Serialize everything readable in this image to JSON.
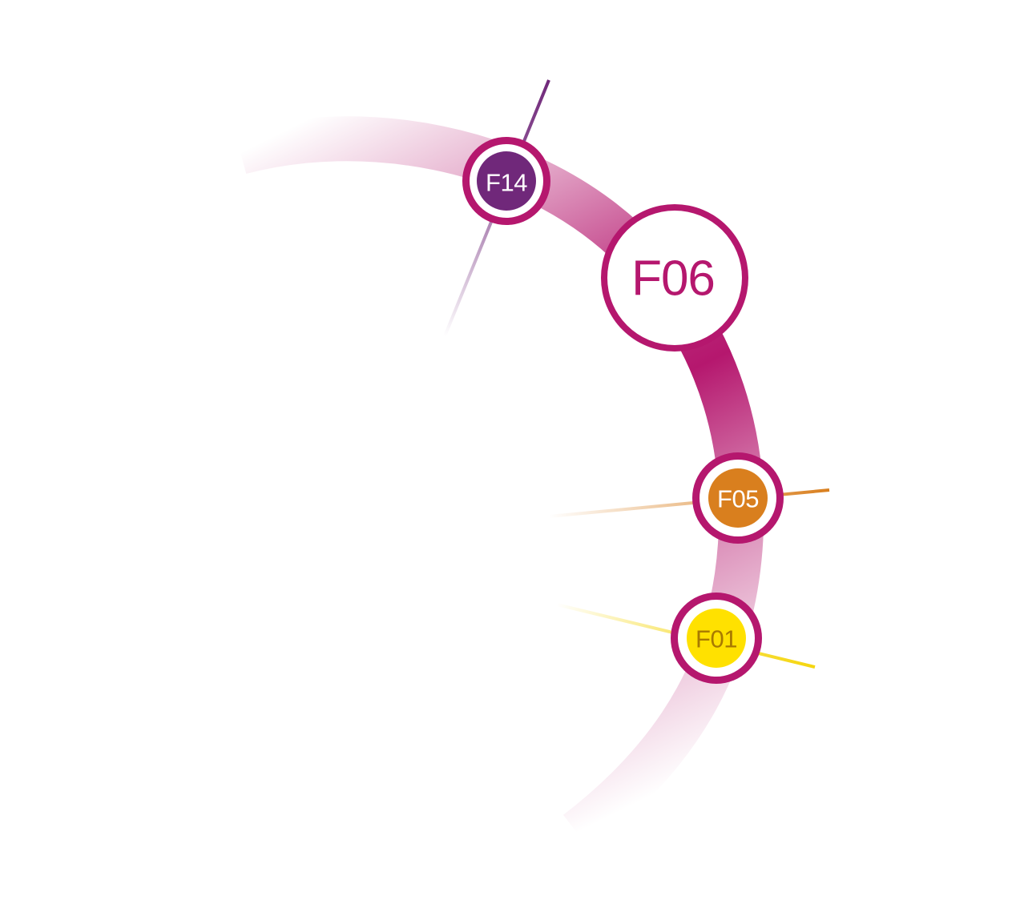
{
  "diagram": {
    "accent_color": "#B5176E",
    "nodes": [
      {
        "id": "f14",
        "label": "F14",
        "fill": "#70287A",
        "text_color": "#ffffff",
        "style": "small"
      },
      {
        "id": "f06",
        "label": "F06",
        "fill": "#ffffff",
        "text_color": "#B5176E",
        "style": "main"
      },
      {
        "id": "f05",
        "label": "F05",
        "fill": "#D97F1E",
        "text_color": "#ffffff",
        "style": "small"
      },
      {
        "id": "f01",
        "label": "F01",
        "fill": "#FFE100",
        "text_color": "#A87A00",
        "style": "small"
      }
    ],
    "spoke_colors": {
      "f14": "#70287A",
      "f05": "#D97F1E",
      "f01": "#F5D60E"
    }
  }
}
